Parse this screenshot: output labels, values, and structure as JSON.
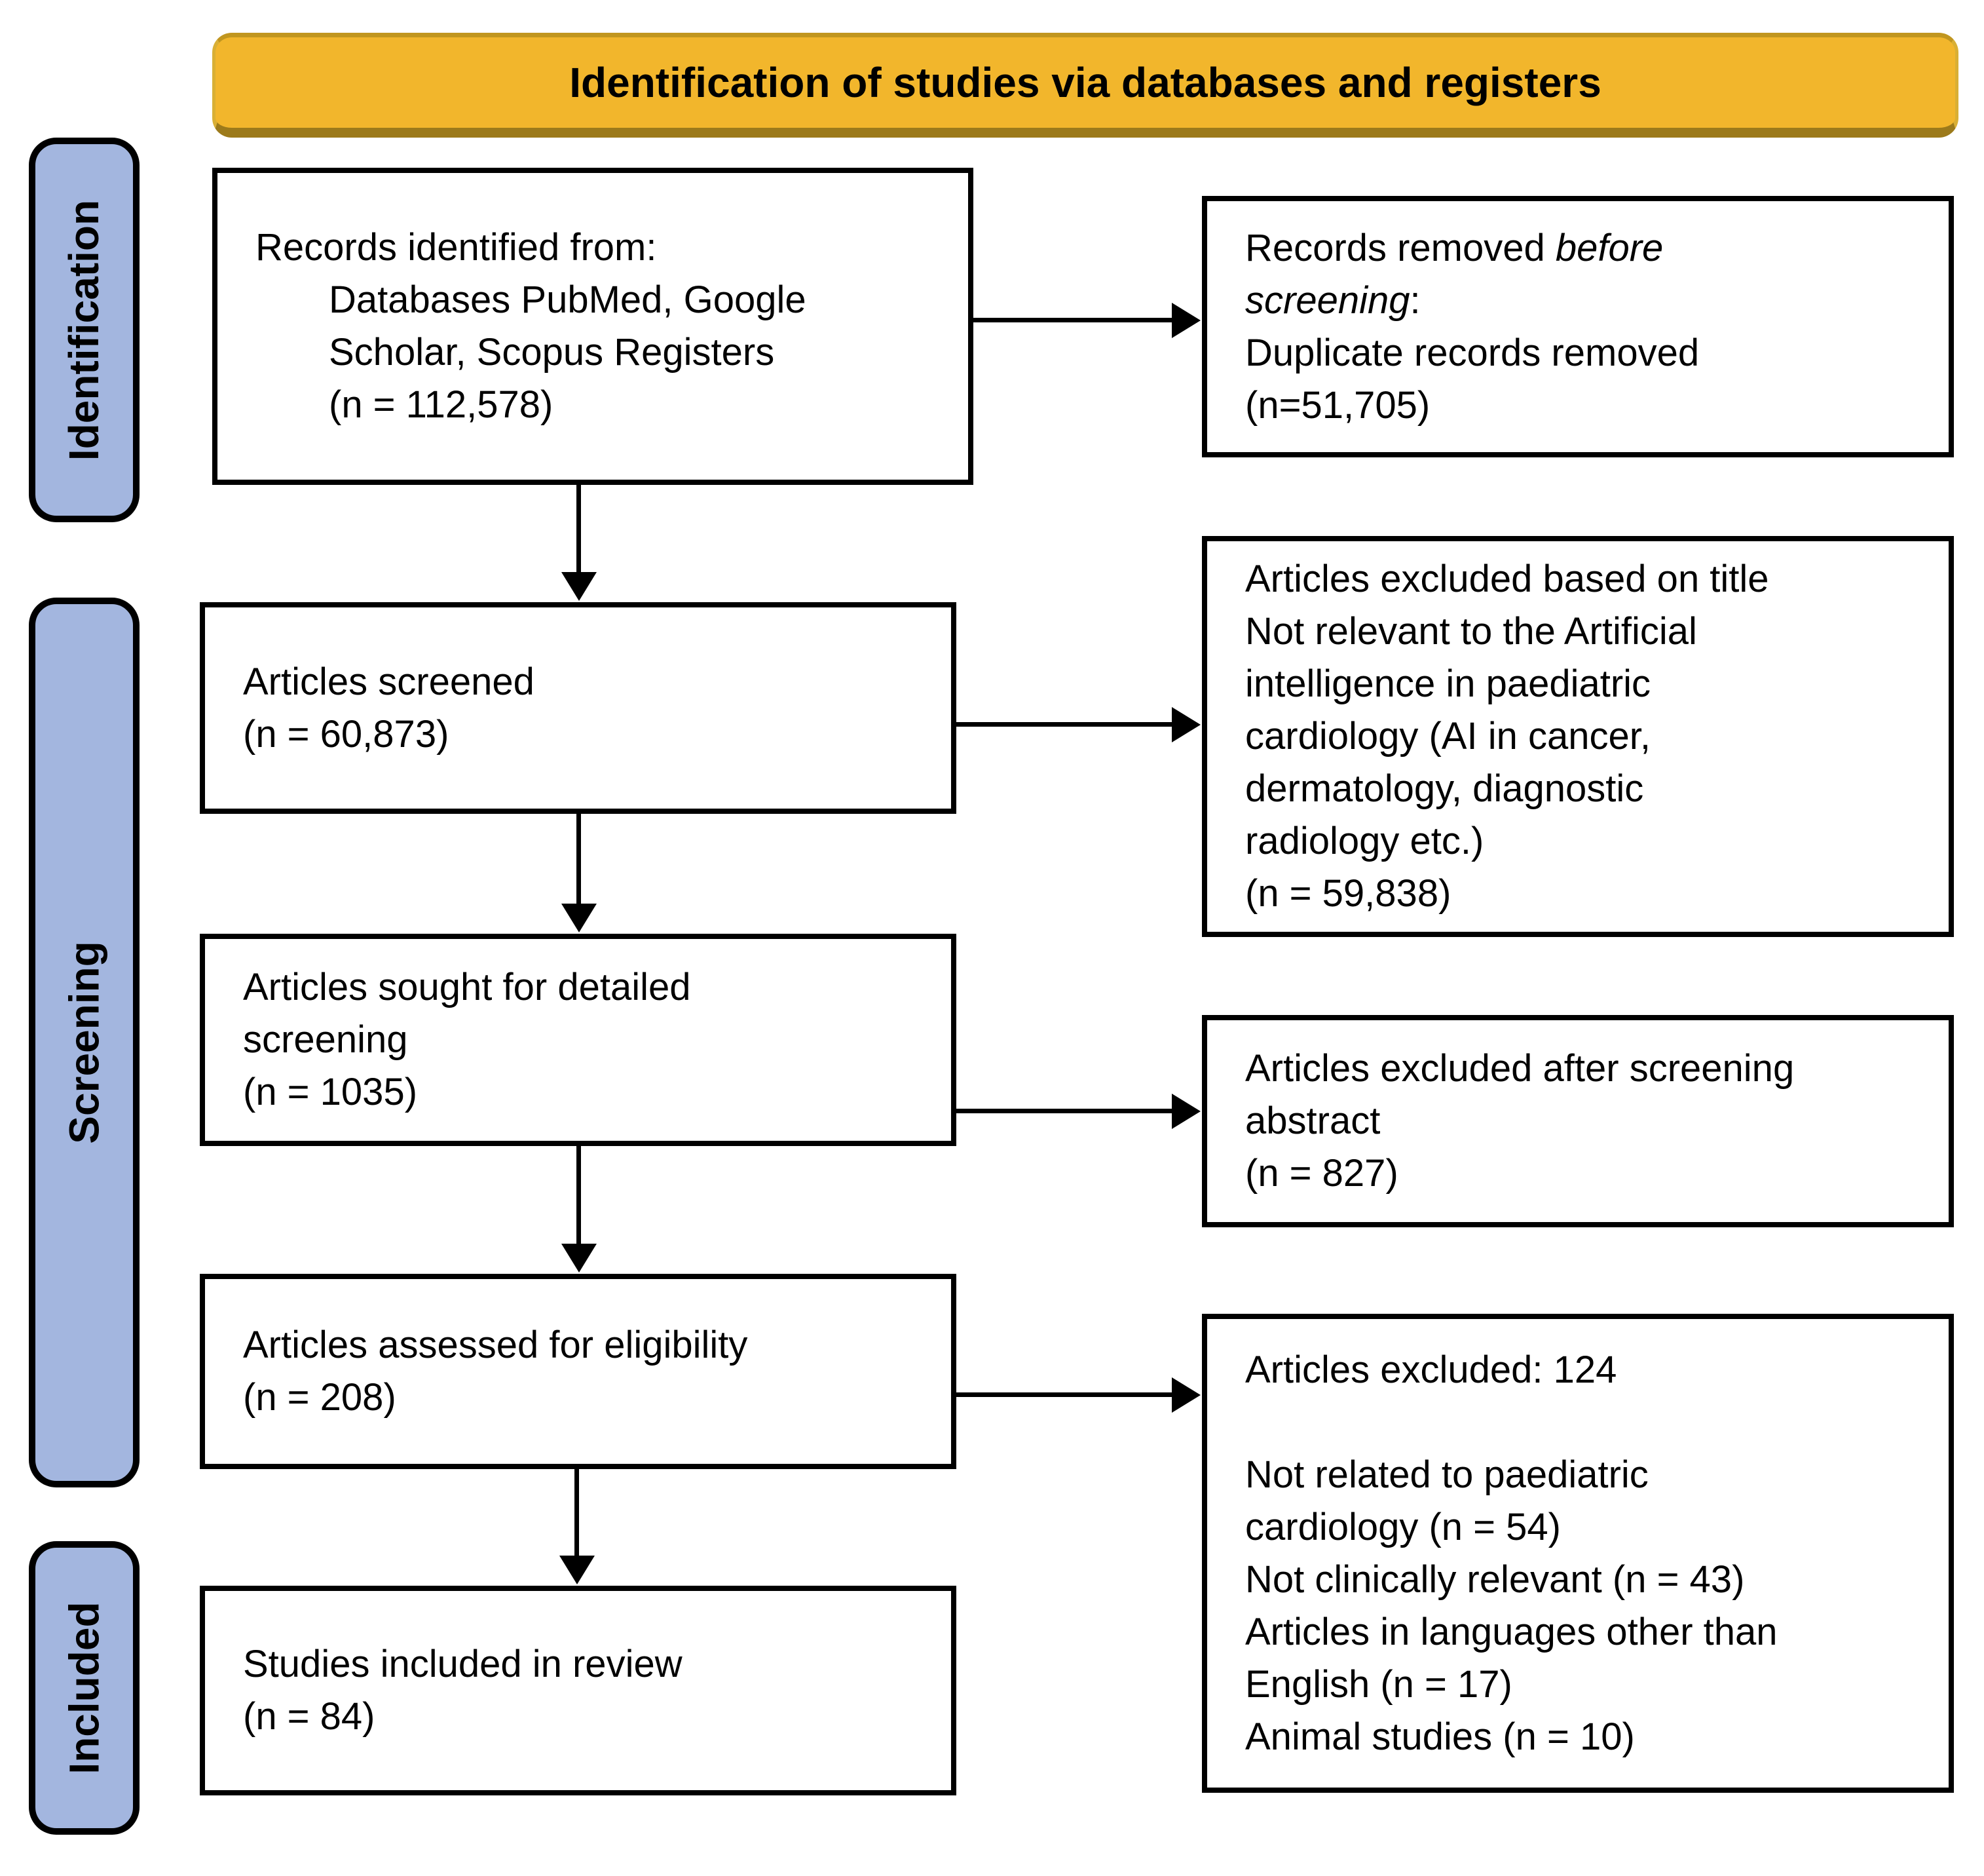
{
  "banner": {
    "title": "Identification of studies via databases and registers"
  },
  "stages": {
    "identification": "Identification",
    "screening": "Screening",
    "included": "Included"
  },
  "colors": {
    "banner_bg": "#F2B62C",
    "banner_edge_dark": "#9C7A1B",
    "stage_bg": "#A3B6DF",
    "box_border": "#000000",
    "text": "#000000"
  },
  "boxes": {
    "records_identified": {
      "lines": [
        "Records identified from:",
        "Databases PubMed, Google",
        "Scholar, Scopus Registers",
        "(n = 112,578)"
      ]
    },
    "records_removed": {
      "prefix": "Records removed ",
      "italic_word": "before",
      "italic_word2": "screening",
      "colon": ":",
      "line3": "Duplicate records removed",
      "line4": "(n=51,705)"
    },
    "articles_screened": {
      "lines": [
        "Articles screened",
        "(n = 60,873)"
      ]
    },
    "excluded_title": {
      "lines": [
        "Articles excluded based on title",
        "Not relevant to the Artificial",
        "intelligence in paediatric",
        "cardiology (AI in cancer,",
        "dermatology, diagnostic",
        "radiology etc.)",
        "(n = 59,838)"
      ]
    },
    "articles_sought": {
      "lines": [
        "Articles sought for detailed",
        "screening",
        "(n = 1035)"
      ]
    },
    "excluded_abstract": {
      "lines": [
        "Articles excluded after screening",
        "abstract",
        "(n = 827)"
      ]
    },
    "articles_assessed": {
      "lines": [
        "Articles assessed for eligibility",
        "(n = 208)"
      ]
    },
    "excluded_fulltext": {
      "lines": [
        "Articles excluded: 124",
        "",
        "Not related to paediatric",
        "cardiology (n = 54)",
        "Not clinically relevant (n = 43)",
        "Articles in languages other than",
        "English (n = 17)",
        "Animal studies (n = 10)"
      ]
    },
    "studies_included": {
      "lines": [
        "Studies included in review",
        "(n = 84)"
      ]
    }
  }
}
